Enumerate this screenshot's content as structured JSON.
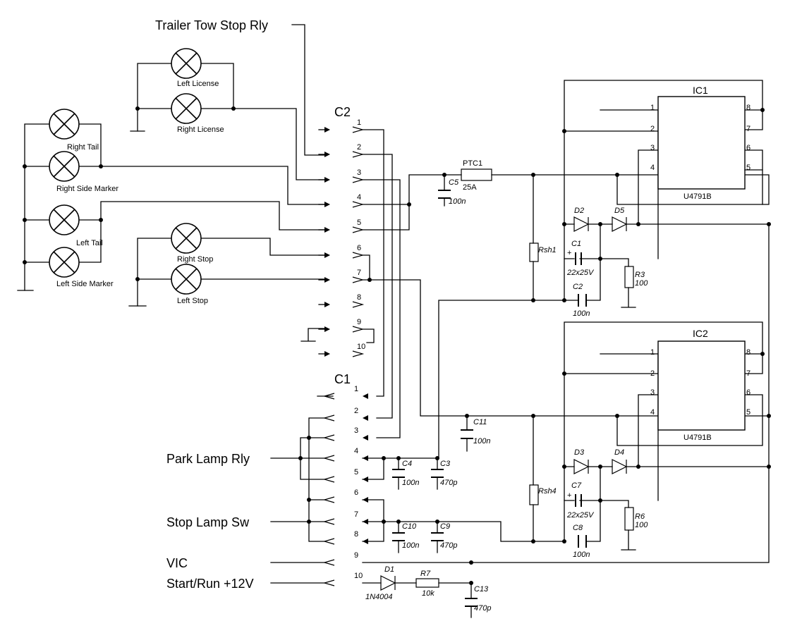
{
  "labels": {
    "trailer_tow_stop_rly": "Trailer Tow Stop Rly",
    "park_lamp_rly": "Park Lamp Rly",
    "stop_lamp_sw": "Stop Lamp Sw",
    "vic": "VIC",
    "start_run": "Start/Run +12V",
    "c2": "C2",
    "c1": "C1"
  },
  "lamps": {
    "left_license": "Left License",
    "right_license": "Right License",
    "right_tail": "Right Tail",
    "right_side_marker": "Right Side Marker",
    "left_tail": "Left Tail",
    "left_side_marker": "Left Side Marker",
    "right_stop": "Right Stop",
    "left_stop": "Left Stop"
  },
  "pins": {
    "c2": [
      "1",
      "2",
      "3",
      "4",
      "5",
      "6",
      "7",
      "8",
      "9",
      "10"
    ],
    "c1": [
      "1",
      "2",
      "3",
      "4",
      "5",
      "6",
      "7",
      "8",
      "9",
      "10"
    ]
  },
  "ic": {
    "ic1_name": "IC1",
    "ic2_name": "IC2",
    "part": "U4791B",
    "left_pins": [
      "1",
      "2",
      "3",
      "4"
    ],
    "right_pins": [
      "8",
      "7",
      "6",
      "5"
    ]
  },
  "components": {
    "ptc1": "PTC1",
    "ptc1_val": "25A",
    "c5": "C5",
    "c5_val": "100n",
    "d2": "D2",
    "d5": "D5",
    "d3": "D3",
    "d4": "D4",
    "rsh1": "Rsh1",
    "rsh4": "Rsh4",
    "c1": "C1",
    "c1_val": "22x25V",
    "c2": "C2",
    "c2_val": "100n",
    "r3": "R3",
    "r3_val": "100",
    "c7": "C7",
    "c7_val": "22x25V",
    "c8": "C8",
    "c8_val": "100n",
    "r6": "R6",
    "r6_val": "100",
    "c11": "C11",
    "c11_val": "100n",
    "c4": "C4",
    "c4_val": "100n",
    "c3": "C3",
    "c3_val": "470p",
    "c10": "C10",
    "c10_val": "100n",
    "c9": "C9",
    "c9_val": "470p",
    "d1": "D1",
    "d1_val": "1N4004",
    "r7": "R7",
    "r7_val": "10k",
    "c13": "C13",
    "c13_val": "470p",
    "plus": "+"
  }
}
